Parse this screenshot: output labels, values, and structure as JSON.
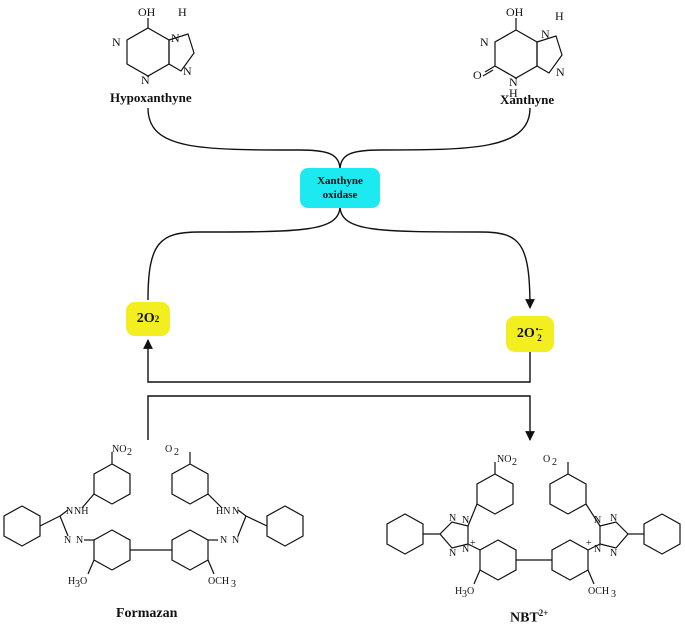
{
  "compounds": {
    "hypoxanthine": "Hypoxanthyne",
    "xanthine": "Xanthyne",
    "formazan": "Formazan",
    "nbt": "NBT",
    "nbt_charge": "2+"
  },
  "enzyme": {
    "line1": "Xanthyne",
    "line2": "oxidase",
    "color": "#1de9f0"
  },
  "species": {
    "oxygen": "2O",
    "oxygen_sub": "2",
    "superoxide": "2O",
    "superoxide_sub": "2",
    "superoxide_sup": "•−",
    "color": "#f2ee1f"
  },
  "ring_colors": {
    "ring": "#f4c6f4",
    "imidazole": "#22d4d8"
  },
  "atoms": {
    "OH": "OH",
    "H": "H",
    "N": "N",
    "O": "O",
    "NO2": "NO",
    "O2N": "O",
    "NH": "NH",
    "HN": "HN",
    "H3CO": "H",
    "OCH3": "OCH",
    "sub2": "2",
    "sub3": "3",
    "plus": "+"
  }
}
